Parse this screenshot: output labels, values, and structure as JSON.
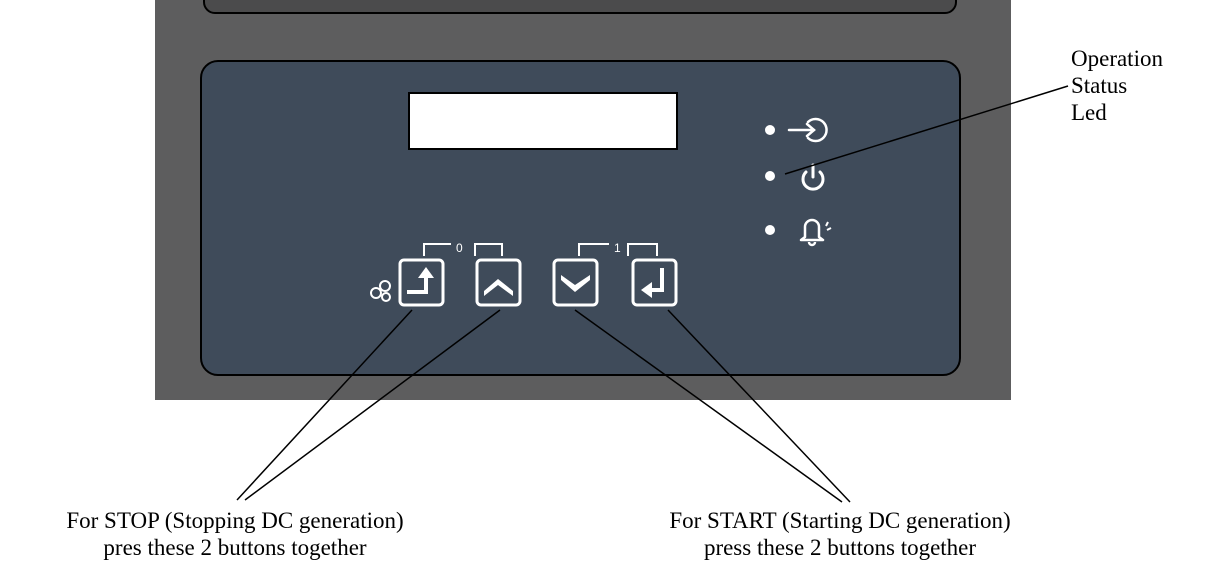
{
  "callouts": {
    "status_led": {
      "lines": [
        "Operation",
        "Status",
        "Led"
      ]
    },
    "stop": {
      "line1": "For STOP (Stopping DC generation)",
      "line2": "pres these 2 buttons together"
    },
    "start": {
      "line1": "For START (Starting DC generation)",
      "line2": "press these 2 buttons together"
    }
  },
  "keypad": {
    "bracket_label_left": "0",
    "bracket_label_right": "1"
  },
  "leds": [
    "input-icon",
    "power-icon",
    "alarm-bell-icon"
  ],
  "buttons": [
    "escape-up-arrow-icon",
    "up-chevron-icon",
    "down-chevron-icon",
    "enter-arrow-icon"
  ],
  "colors": {
    "device_gray": "#5d5d5e",
    "panel_blue_gray": "#3f4b5a",
    "white": "#ffffff"
  }
}
